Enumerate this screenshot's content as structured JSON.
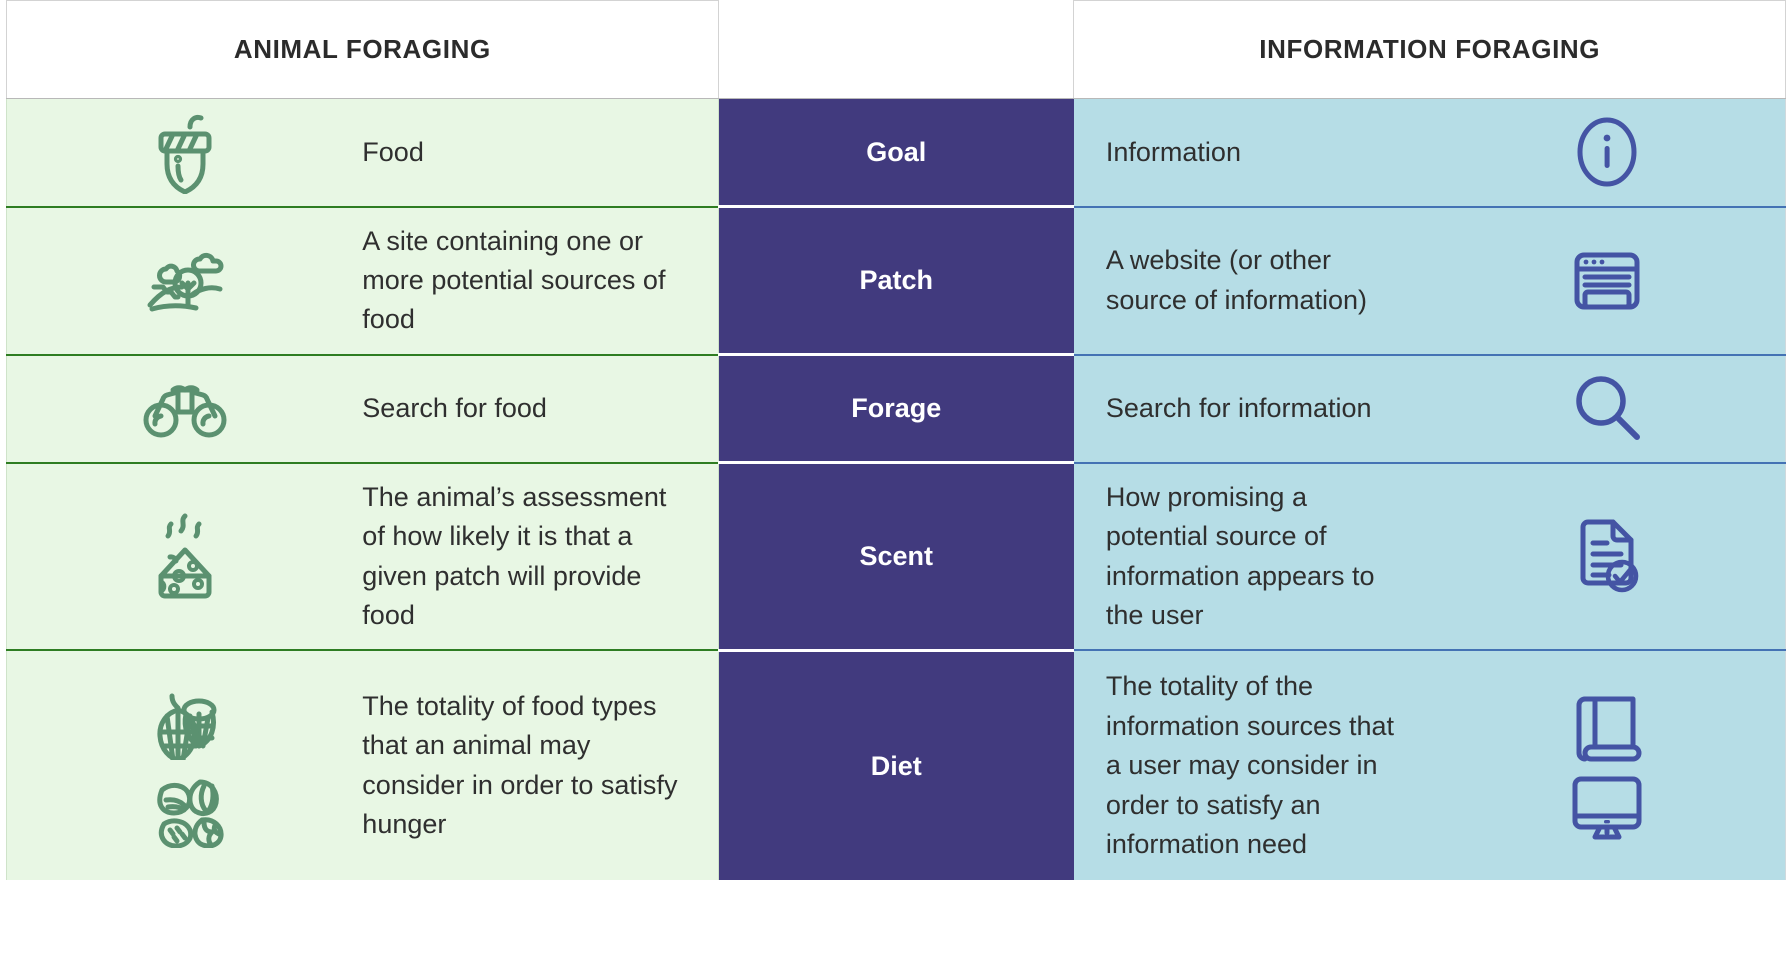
{
  "table": {
    "headers": {
      "left": "ANIMAL FORAGING",
      "right": "INFORMATION FORAGING"
    },
    "colors": {
      "left_bg": "#e8f7e4",
      "left_rule": "#2e7d22",
      "left_icon": "#5b9170",
      "middle_bg": "#413a7e",
      "middle_text": "#ffffff",
      "right_bg": "#b6dde6",
      "right_rule": "#4472b4",
      "right_icon": "#4454a4",
      "body_text": "#2f2f2f",
      "header_text": "#2b2b2b",
      "page_bg": "#ffffff"
    },
    "rows": [
      {
        "term": "Goal",
        "left_icon": "acorn-icon",
        "left_text": "Food",
        "right_text": "Information",
        "right_icon": "info-circle-icon"
      },
      {
        "term": "Patch",
        "left_icon": "field-landscape-icon",
        "left_text": "A site containing one or more potential sources of food",
        "right_text": "A website (or other source of information)",
        "right_icon": "browser-window-icon"
      },
      {
        "term": "Forage",
        "left_icon": "binoculars-icon",
        "left_text": "Search for food",
        "right_text": "Search for information",
        "right_icon": "magnifying-glass-icon"
      },
      {
        "term": "Scent",
        "left_icon": "cheese-steam-icon",
        "left_text": "The animal’s assessment of how likely it is that a given patch will provide food",
        "right_text": "How promising a potential source of information appears to the user",
        "right_icon": "document-check-icon"
      },
      {
        "term": "Diet",
        "left_icon": "hops-and-nuts-icon",
        "left_text": "The totality of food types that an animal may consider in order to satisfy hunger",
        "right_text": "The totality of the information sources that a user may consider in order to satisfy an information need",
        "right_icon": "book-and-monitor-icon"
      }
    ]
  }
}
